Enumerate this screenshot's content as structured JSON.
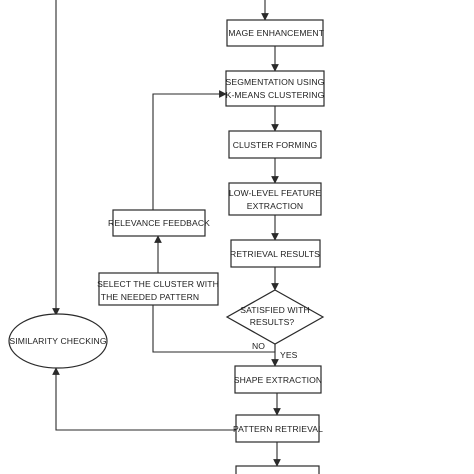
{
  "nodes": {
    "image_enhancement": "IMAGE ENHANCEMENT",
    "segmentation": [
      "SEGMENTATION USING",
      "K-MEANS CLUSTERING"
    ],
    "cluster_forming": "CLUSTER FORMING",
    "low_level": [
      "LOW-LEVEL FEATURE",
      "EXTRACTION"
    ],
    "retrieval_results": "RETRIEVAL RESULTS",
    "satisfied": [
      "SATISFIED WITH",
      "RESULTS?"
    ],
    "relevance_feedback": "RELEVANCE FEEDBACK",
    "select_cluster": [
      "SELECT THE CLUSTER WITH",
      "THE NEEDED PATTERN"
    ],
    "similarity_checking": "SIMILARITY CHECKING",
    "shape_extraction": "SHAPE EXTRACTION",
    "pattern_retrieval": "PATTERN RETRIEVAL"
  },
  "edge_labels": {
    "no": "NO",
    "yes": "YES"
  }
}
